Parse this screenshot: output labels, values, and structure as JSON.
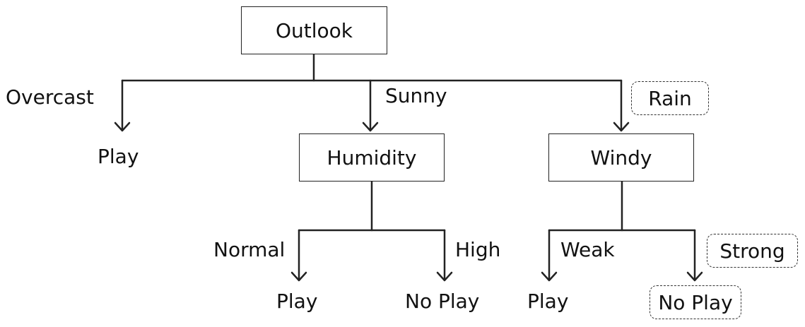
{
  "tree": {
    "root": "Outlook",
    "branches": {
      "overcast": {
        "edge": "Overcast",
        "leaf": "Play"
      },
      "sunny": {
        "edge": "Sunny",
        "node": "Humidity",
        "branches": {
          "normal": {
            "edge": "Normal",
            "leaf": "Play"
          },
          "high": {
            "edge": "High",
            "leaf": "No Play"
          }
        }
      },
      "rain": {
        "edge": "Rain",
        "node": "Windy",
        "branches": {
          "weak": {
            "edge": "Weak",
            "leaf": "Play"
          },
          "strong": {
            "edge": "Strong",
            "leaf": "No Play"
          }
        }
      }
    }
  }
}
